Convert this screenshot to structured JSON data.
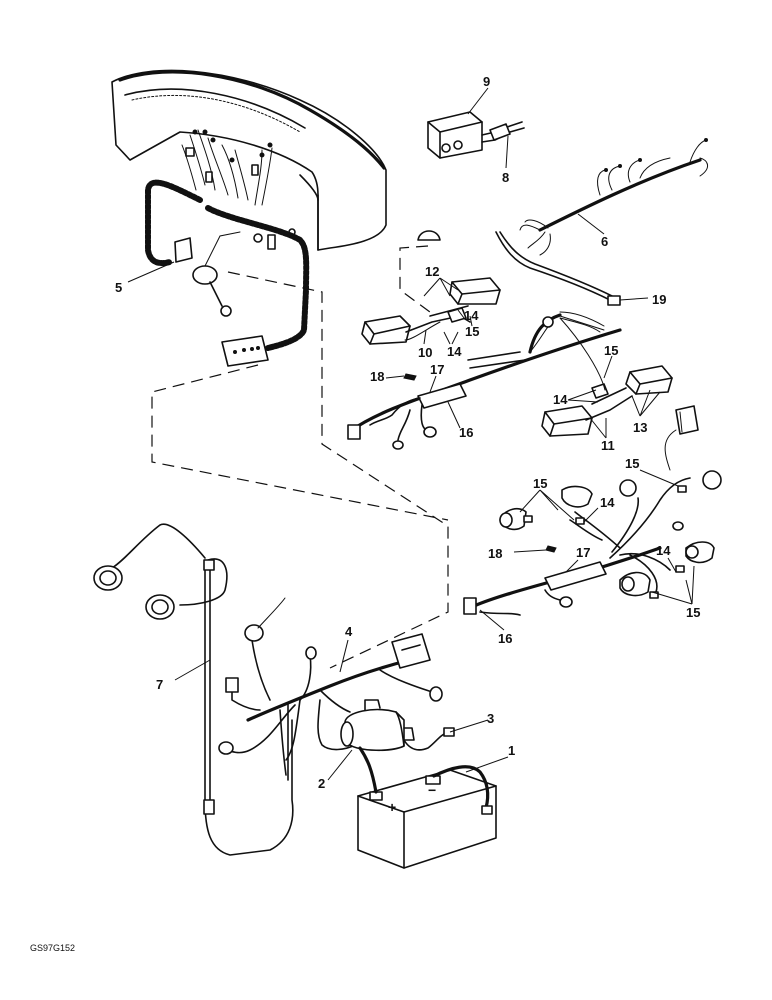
{
  "callouts": {
    "c1": "1",
    "c2": "2",
    "c3": "3",
    "c4": "4",
    "c5": "5",
    "c6": "6",
    "c7": "7",
    "c8": "8",
    "c9": "9",
    "c10": "10",
    "c11": "11",
    "c12": "12",
    "c13": "13",
    "c14a": "14",
    "c14b": "14",
    "c14c": "14",
    "c14d": "14",
    "c14e": "14",
    "c15a": "15",
    "c15b": "15",
    "c15c": "15",
    "c15d": "15",
    "c15e": "15",
    "c16a": "16",
    "c16b": "16",
    "c17a": "17",
    "c17b": "17",
    "c18a": "18",
    "c18b": "18",
    "c19": "19"
  },
  "battery_symbols": {
    "plus": "+",
    "minus": "−"
  },
  "figure_code": "GS97G152"
}
